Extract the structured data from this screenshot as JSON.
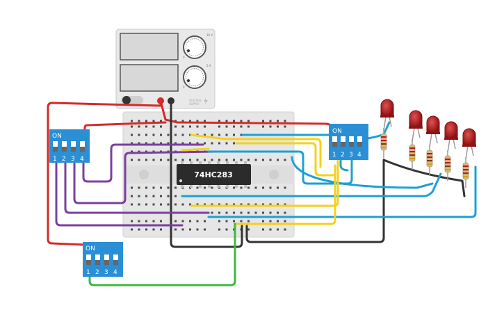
{
  "circuit": {
    "ic_label": "74HC283",
    "colors": {
      "red": "#d42a2a",
      "black": "#333333",
      "purple": "#7b3f9e",
      "blue": "#1ea0d2",
      "yellow": "#f3d21a",
      "green": "#3cb83c",
      "dip_body": "#2a8fd4",
      "led": "#b21c1c",
      "breadboard": "#e6e6e6",
      "supply": "#e9e9e9"
    },
    "power_supply": {
      "knob_top_marks": [
        "0",
        "30 V"
      ],
      "knob_bottom_marks": [
        "0",
        "5 A"
      ],
      "brand_line1": "VOLTAGE",
      "brand_line2": "SUPPLY"
    },
    "dip_switches": [
      {
        "id": "dip-left",
        "on_label": "ON",
        "pins": [
          "1",
          "2",
          "3",
          "4"
        ]
      },
      {
        "id": "dip-right",
        "on_label": "ON",
        "pins": [
          "1",
          "2",
          "3",
          "4"
        ]
      },
      {
        "id": "dip-bottom",
        "on_label": "ON",
        "pins": [
          "1",
          "2",
          "3",
          "4"
        ]
      }
    ],
    "led_count": 5
  }
}
